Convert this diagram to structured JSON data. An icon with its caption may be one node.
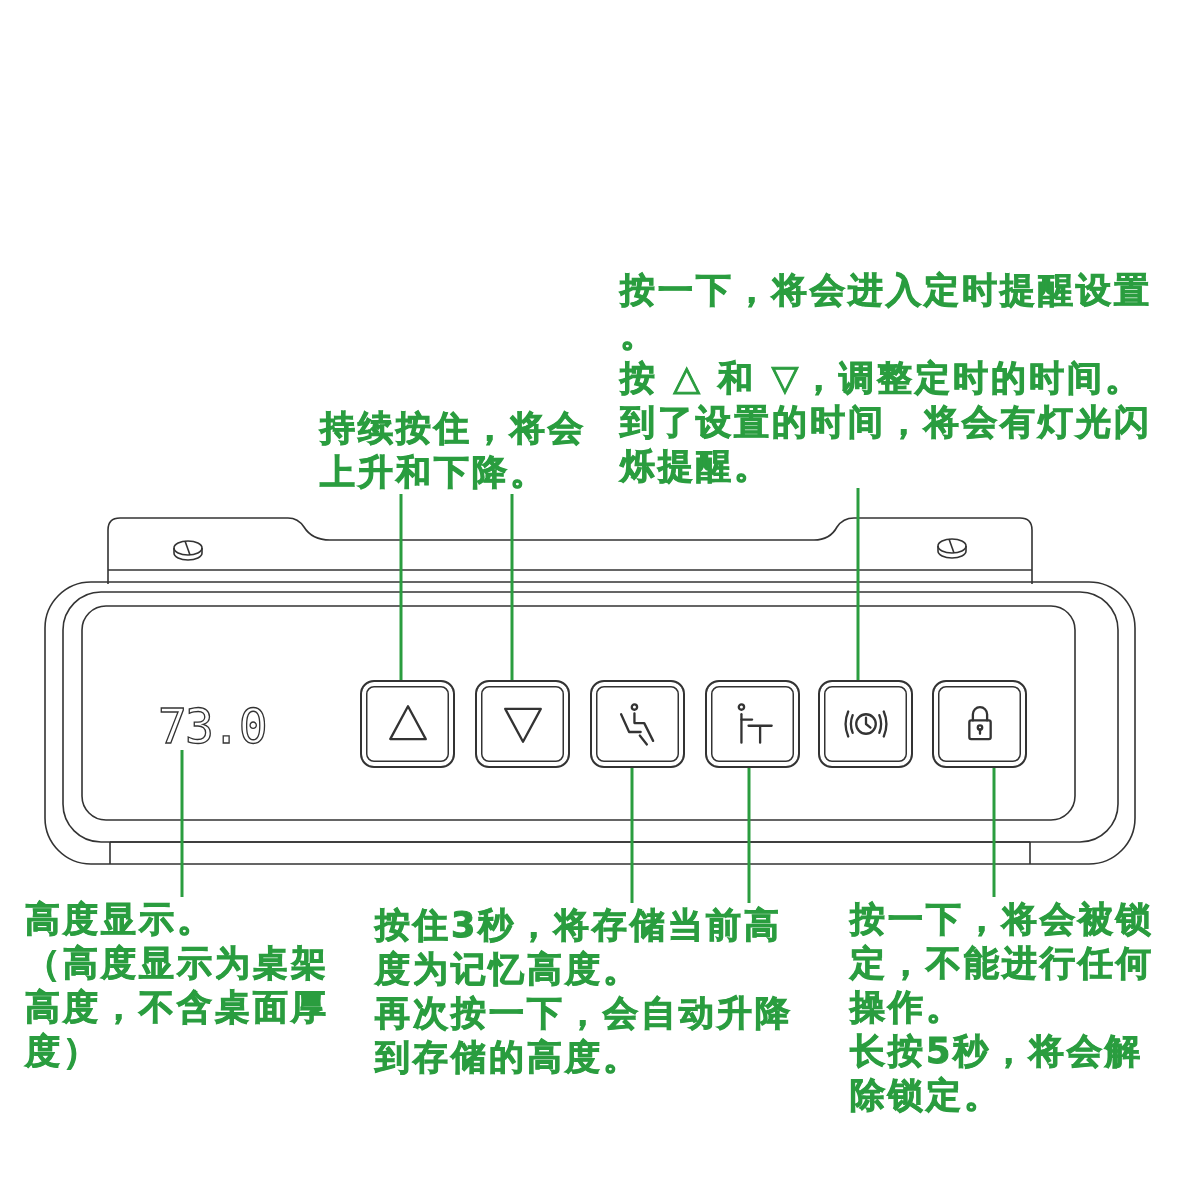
{
  "diagram": {
    "nodes": [
      {
        "text": [
          "持续按住，将会上升和下降。"
        ]
      },
      {
        "text": [
          "按一下，将会进入定时提醒设置。",
          "按 △ 和 ▽，调整定时的时间。",
          "到了设置的时间，将会有灯光闪烁提醒。"
        ]
      },
      {
        "text": [],
        "shape": "picture"
      },
      {
        "text": [
          "73.0"
        ],
        "in": 2
      },
      {
        "text": [],
        "shape": "box",
        "in": 2
      },
      {
        "text": [],
        "shape": "box",
        "in": 2
      },
      {
        "text": [],
        "shape": "box",
        "in": 2
      },
      {
        "text": [],
        "shape": "box",
        "in": 2
      },
      {
        "text": [],
        "shape": "box",
        "in": 2
      },
      {
        "text": [],
        "shape": "box",
        "in": 2
      },
      {
        "text": [
          "高度显示。",
          "（高度显示为桌架高度，不含桌面厚度）"
        ]
      },
      {
        "text": [
          "按住3秒，将存储当前高度为记忆高度。",
          "再次按一下，会自动升降到存储的高度。"
        ]
      },
      {
        "text": [
          "按一下，将会被锁定，不能进行任何操作。",
          "长按5秒，将会解除锁定。"
        ]
      }
    ],
    "edges": [
      {
        "from": 0,
        "to": 4,
        "arrow": "none"
      },
      {
        "from": 0,
        "to": 5,
        "arrow": "none"
      },
      {
        "from": 1,
        "to": 8,
        "arrow": "none"
      },
      {
        "from": 10,
        "to": 3,
        "arrow": "none"
      },
      {
        "from": 11,
        "to": 6,
        "arrow": "none"
      },
      {
        "from": 11,
        "to": 7,
        "arrow": "none"
      },
      {
        "from": 12,
        "to": 9,
        "arrow": "none"
      }
    ]
  }
}
